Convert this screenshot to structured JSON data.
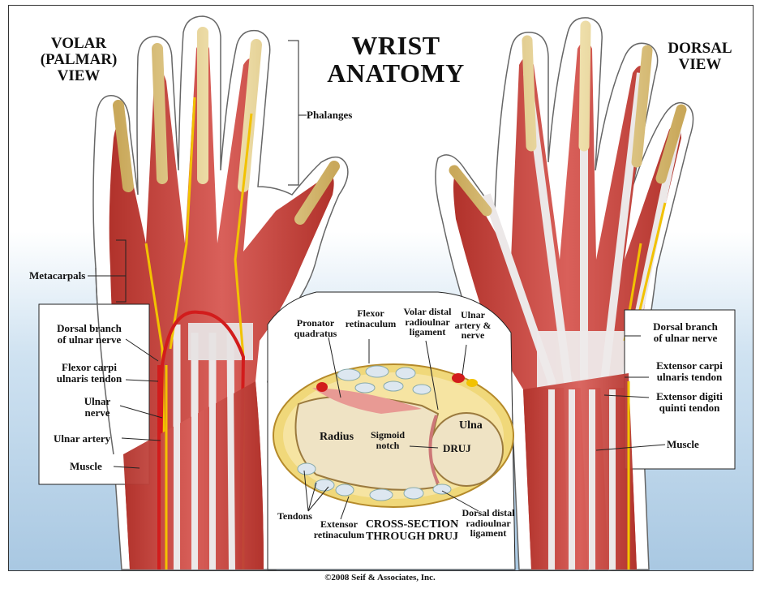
{
  "title": {
    "line1": "WRIST",
    "line2": "ANATOMY"
  },
  "volar_view": {
    "line1": "VOLAR",
    "line2": "(PALMAR)",
    "line3": "VIEW"
  },
  "dorsal_view": {
    "line1": "DORSAL",
    "line2": "VIEW"
  },
  "left_labels": {
    "phalanges": "Phalanges",
    "metacarpals": "Metacarpals",
    "dorsal_branch": "Dorsal branch\nof ulnar nerve",
    "flexor_carpi": "Flexor carpi\nulnaris tendon",
    "ulnar_nerve": "Ulnar\nnerve",
    "ulnar_artery": "Ulnar artery",
    "muscle": "Muscle"
  },
  "right_labels": {
    "dorsal_branch": "Dorsal branch\nof ulnar nerve",
    "extensor_carpi": "Extensor carpi\nulnaris tendon",
    "extensor_digiti": "Extensor digiti\nquinti tendon",
    "muscle": "Muscle"
  },
  "cross_section": {
    "pronator": "Pronator\nquadratus",
    "flexor_ret": "Flexor\nretinaculum",
    "volar_distal": "Volar distal\nradioulnar\nligament",
    "ulnar_artery_nerve": "Ulnar\nartery &\nnerve",
    "radius": "Radius",
    "sigmoid": "Sigmoid\nnotch",
    "ulna": "Ulna",
    "druj": "DRUJ",
    "tendons": "Tendons",
    "extensor_ret": "Extensor\nretinaculum",
    "caption": "CROSS-SECTION\nTHROUGH DRUJ",
    "dorsal_distal": "Dorsal distal\nradioulnar\nligament"
  },
  "credit": "©2008 Seif & Associates, Inc.",
  "colors": {
    "muscle": "#c8423a",
    "tendon": "#e9e6e6",
    "bone": "#e8d9a8",
    "nerve": "#f2c200",
    "artery": "#d21c1c",
    "sky": "#a9c8e2"
  }
}
